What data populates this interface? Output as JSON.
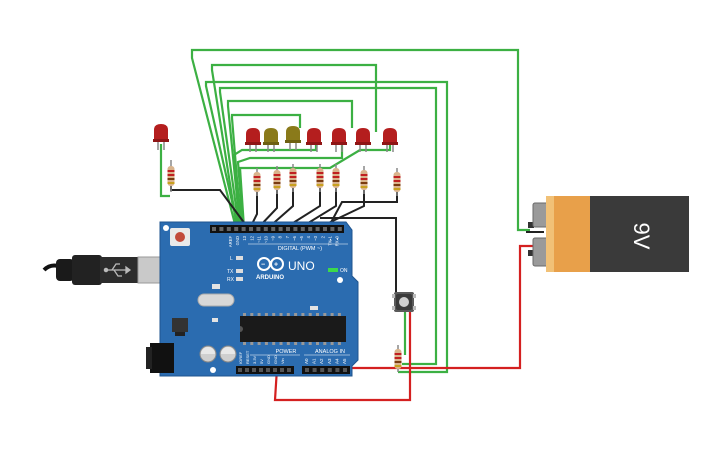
{
  "board": {
    "brand": "ARDUINO",
    "model": "UNO",
    "header_digital": "DIGITAL (PWM ~)",
    "header_power": "POWER",
    "header_analog": "ANALOG IN",
    "pin_labels_top": [
      "AREF",
      "GND",
      "13",
      "12",
      "~11",
      "~10",
      "~9",
      "8",
      "7",
      "~6",
      "~5",
      "4",
      "~3",
      "2",
      "TX▸1",
      "RX◂0"
    ],
    "pin_labels_power": [
      "IOREF",
      "RESET",
      "3.3V",
      "5V",
      "GND",
      "GND",
      "Vin"
    ],
    "pin_labels_analog": [
      "A0",
      "A1",
      "A2",
      "A3",
      "A4",
      "A5"
    ],
    "led_labels": [
      "L",
      "TX",
      "RX"
    ],
    "on_label": "ON"
  },
  "battery": {
    "label": "9V"
  },
  "colors": {
    "wire_green": "#3cb043",
    "wire_black": "#222222",
    "wire_red": "#d42020",
    "board_blue": "#2b6cb0",
    "led_red": "#b41e1e",
    "led_olive": "#8a7a1a",
    "battery_orange": "#e8a04a",
    "battery_body": "#3a3a3a"
  },
  "components": {
    "leds": [
      {
        "color": "red"
      },
      {
        "color": "red"
      },
      {
        "color": "olive"
      },
      {
        "color": "olive"
      },
      {
        "color": "red"
      },
      {
        "color": "red"
      },
      {
        "color": "red"
      },
      {
        "color": "red"
      }
    ],
    "pushbutton": {
      "present": true
    }
  }
}
